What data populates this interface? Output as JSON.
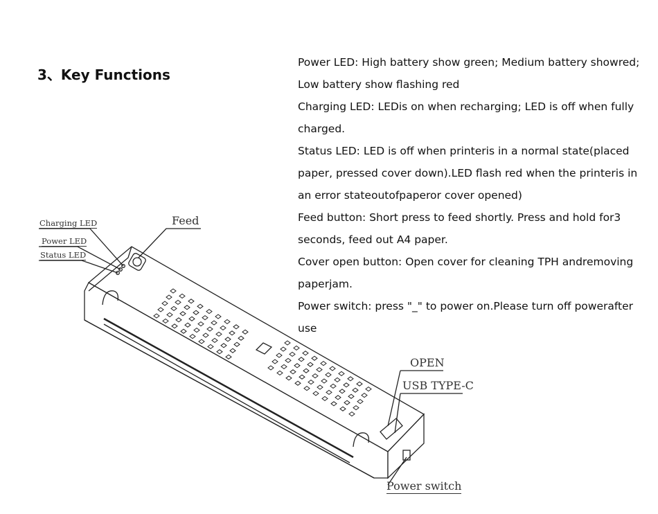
{
  "heading": "3、Key Functions",
  "descriptions": [
    "Power LED:  High battery show green; Medium battery showred; Low battery show flashing red",
    "Charging LED:  LEDis on when recharging; LED is off when fully charged.",
    "Status LED:  LED is off when printeris in a normal state(placed paper, pressed cover down).LED flash red when the printeris in an error stateoutofpaperor cover opened)",
    "Feed button:  Short press to feed shortly. Press and hold for3 seconds, feed out A4 paper.",
    "Cover open button:  Open cover for cleaning TPH andremoving paperjam.",
    "Power switch:  press \"_\" to power on.Please turn off powerafter use"
  ],
  "diagram_labels": {
    "charging_led": "Charging LED",
    "power_led": "Power LED",
    "status_led": "Status LED",
    "feed": "Feed",
    "open": "OPEN",
    "usb": "USB TYPE-C",
    "power_switch": "Power switch"
  }
}
